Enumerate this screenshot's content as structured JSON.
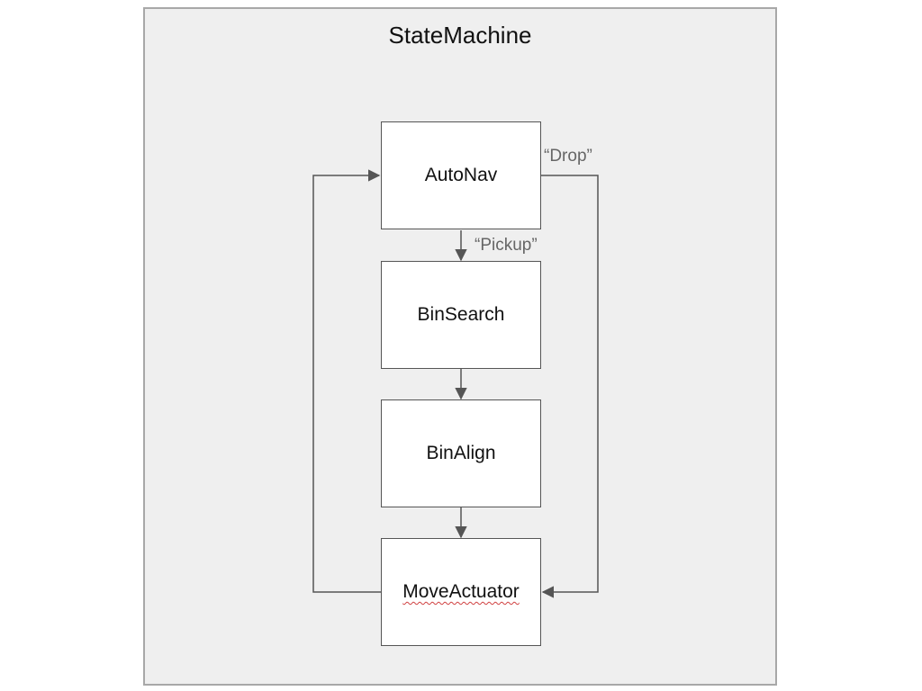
{
  "diagram": {
    "title": "StateMachine",
    "states": [
      {
        "id": "autonav",
        "label": "AutoNav"
      },
      {
        "id": "binsearch",
        "label": "BinSearch"
      },
      {
        "id": "binalign",
        "label": "BinAlign"
      },
      {
        "id": "moveactuator",
        "label": "MoveActuator"
      }
    ],
    "transitions": [
      {
        "from": "AutoNav",
        "to": "BinSearch",
        "label": "“Pickup”"
      },
      {
        "from": "BinSearch",
        "to": "BinAlign",
        "label": ""
      },
      {
        "from": "BinAlign",
        "to": "MoveActuator",
        "label": ""
      },
      {
        "from": "MoveActuator",
        "to": "AutoNav",
        "label": ""
      },
      {
        "from": "AutoNav",
        "to": "MoveActuator",
        "label": "“Drop”"
      }
    ],
    "colors": {
      "frame_fill": "#efefef",
      "frame_border": "#a8a8a8",
      "state_fill": "#ffffff",
      "edge": "#555555",
      "edge_label": "#666666"
    }
  }
}
